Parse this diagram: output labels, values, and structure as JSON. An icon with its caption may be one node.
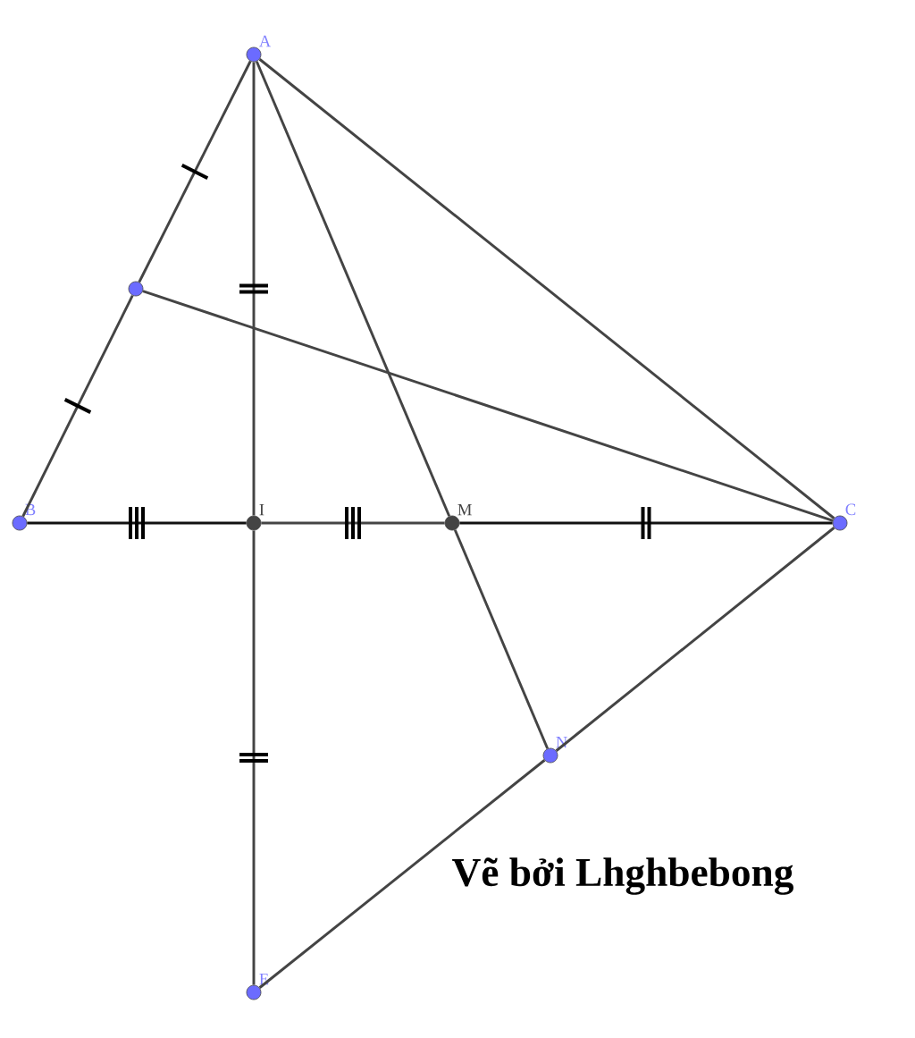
{
  "diagram": {
    "nodes": [
      {
        "text": [
          "A"
        ]
      },
      {
        "text": [],
        "shape": "circle"
      },
      {
        "text": [
          "B"
        ]
      },
      {
        "text": [
          "I"
        ]
      },
      {
        "text": [
          "M"
        ]
      },
      {
        "text": [
          "C"
        ]
      },
      {
        "text": [
          "N"
        ]
      },
      {
        "text": [
          "E"
        ]
      }
    ],
    "edges": [
      {
        "from": 0,
        "to": 1,
        "arrow": "none"
      },
      {
        "from": 1,
        "to": 2,
        "arrow": "none"
      },
      {
        "from": 0,
        "to": 3,
        "arrow": "none"
      },
      {
        "from": 3,
        "to": 7,
        "arrow": "none"
      },
      {
        "from": 0,
        "to": 4,
        "arrow": "none"
      },
      {
        "from": 4,
        "to": 6,
        "arrow": "none"
      },
      {
        "from": 0,
        "to": 5,
        "arrow": "none"
      },
      {
        "from": 1,
        "to": 5,
        "arrow": "none"
      },
      {
        "from": 2,
        "to": 3,
        "arrow": "none",
        "color": "#111111"
      },
      {
        "from": 3,
        "to": 4,
        "arrow": "none"
      },
      {
        "from": 4,
        "to": 5,
        "arrow": "none",
        "color": "#111111"
      },
      {
        "from": 5,
        "to": 6,
        "arrow": "none"
      },
      {
        "from": 6,
        "to": 7,
        "arrow": "none"
      }
    ],
    "labels": [
      "Vẽ bởi Lhghbebong"
    ]
  }
}
